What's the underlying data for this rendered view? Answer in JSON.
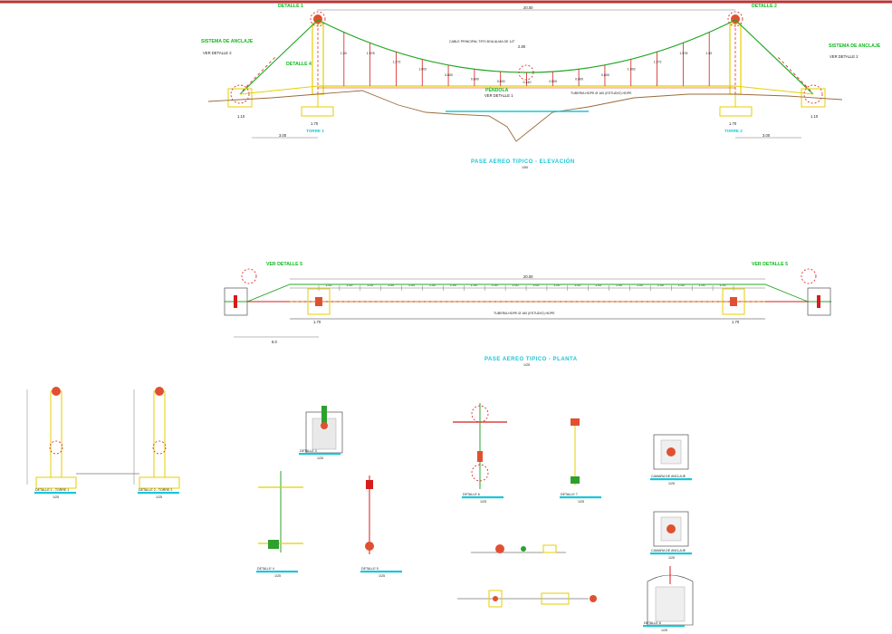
{
  "titles": {
    "elevation": "PASE AEREO TIPICO - ELEVACIÓN",
    "elevation_scale": "1/50",
    "plan": "PASE AEREO TIPICO - PLANTA",
    "plan_scale": "1/25"
  },
  "labels": {
    "detalle_1": "DETALLE 1",
    "detalle_2": "DETALLE 2",
    "detalle_4": "DETALLE 4",
    "sistema_anclaje": "SISTEMA DE ANCLAJE",
    "ver_detalle_2": "VER DETALLE 2",
    "torre_1": "TORRE 1",
    "torre_2": "TORRE 2",
    "pendola": "PÉNDOLA",
    "ver_detalle_1": "VER DETALLE 1",
    "cable_principal": "CABLE PRINCIPAL TIPO BOA ALMA DE 1/2\"",
    "tuberia": "TUBERIA HDPE Ø 160 (ESTUDIO) HDPE",
    "ver_detalle_5": "VER DETALLE 5"
  },
  "dimensions": {
    "span_total": "20.00",
    "span_plan": "20.00",
    "tower_height": "2.80",
    "side_left": "3.00",
    "side_right": "3.00",
    "tower_base": "1.70",
    "anchor": "1.10",
    "plan_side": "6.0"
  },
  "hanger_lengths": [
    "1.30",
    "1.578",
    "1.272",
    "1.002",
    "0.800",
    "0.600",
    "0.500",
    "0.440",
    "0.500",
    "0.600",
    "0.800",
    "1.002",
    "1.272",
    "1.578",
    "1.30"
  ],
  "plan_spacings": [
    "1.00",
    "1.00",
    "1.00",
    "1.00",
    "1.00",
    "1.00",
    "1.00",
    "1.00",
    "1.00",
    "1.00",
    "1.00",
    "1.00",
    "1.00",
    "1.00",
    "1.00",
    "1.00",
    "1.00",
    "1.00",
    "1.00",
    "1.00"
  ],
  "details": [
    {
      "title": "DETALLE 1 - TORRE 1",
      "scale": "1/25"
    },
    {
      "title": "DETALLE 2 - TORRE 2",
      "scale": "1/25"
    },
    {
      "title": "DETALLE 3",
      "scale": "1/25"
    },
    {
      "title": "DETALLE 4",
      "scale": "1/25"
    },
    {
      "title": "DETALLE 5",
      "scale": "1/25"
    },
    {
      "title": "DETALLE 6",
      "scale": "1/25"
    },
    {
      "title": "DETALLE 7",
      "scale": "1/25"
    },
    {
      "title": "CAMARA DE ANCLAJE",
      "scale": "1/25"
    },
    {
      "title": "CAMARA DE ANCLAJE",
      "scale": "1/25"
    },
    {
      "title": "DETALLE 8",
      "scale": "1/25"
    }
  ]
}
